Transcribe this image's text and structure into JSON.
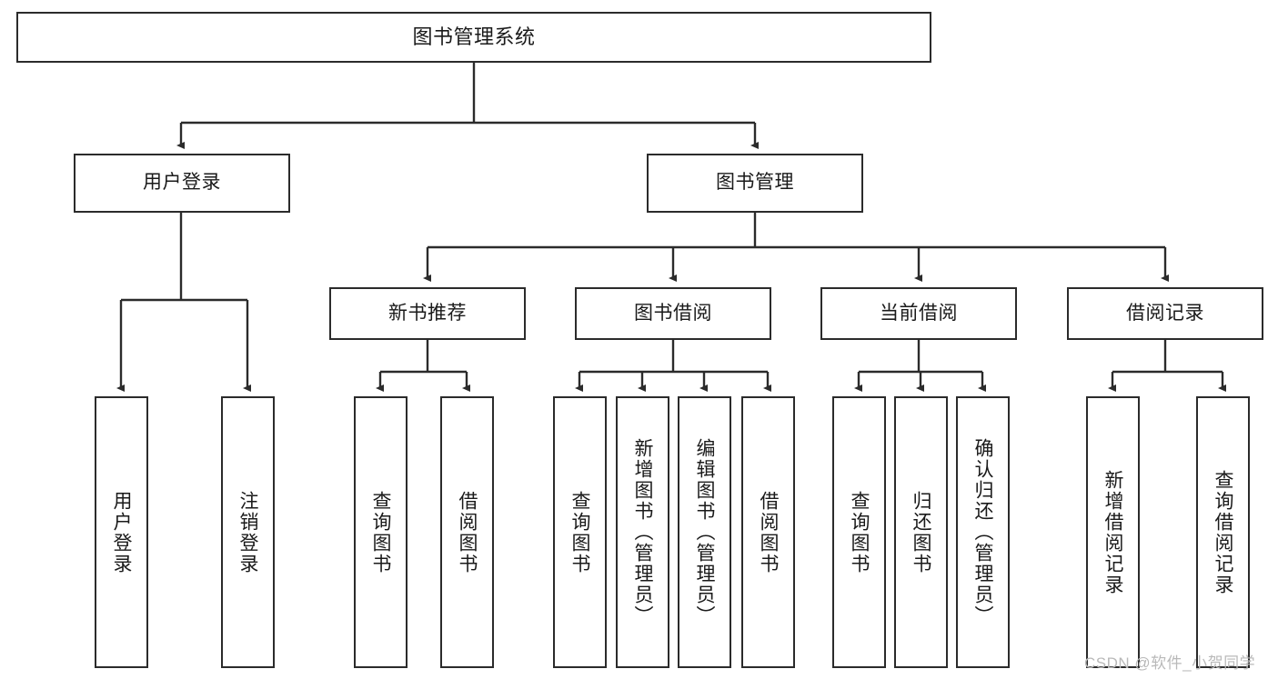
{
  "diagram": {
    "type": "tree-hierarchy-chart",
    "title": "图书管理系统",
    "stroke_color": "#2b2b2b",
    "fill_color": "#ffffff",
    "text_color": "#1a1a1a",
    "root": {
      "label": "图书管理系统"
    },
    "level1": [
      {
        "label": "用户登录"
      },
      {
        "label": "图书管理"
      }
    ],
    "level2": [
      {
        "label": "新书推荐"
      },
      {
        "label": "图书借阅"
      },
      {
        "label": "当前借阅"
      },
      {
        "label": "借阅记录"
      }
    ],
    "leaves": {
      "user_login": [
        {
          "label": "用户登录"
        },
        {
          "label": "注销登录"
        }
      ],
      "new_book_recommend": [
        {
          "label": "查询图书"
        },
        {
          "label": "借阅图书"
        }
      ],
      "book_borrow": [
        {
          "label": "查询图书"
        },
        {
          "label": "新增图书（管理员）"
        },
        {
          "label": "编辑图书（管理员）"
        },
        {
          "label": "借阅图书"
        }
      ],
      "current_borrow": [
        {
          "label": "查询图书"
        },
        {
          "label": "归还图书"
        },
        {
          "label": "确认归还（管理员）"
        }
      ],
      "borrow_record": [
        {
          "label": "新增借阅记录"
        },
        {
          "label": "查询借阅记录"
        }
      ]
    }
  },
  "watermark": {
    "text": "CSDN @软件_小贺同学"
  }
}
